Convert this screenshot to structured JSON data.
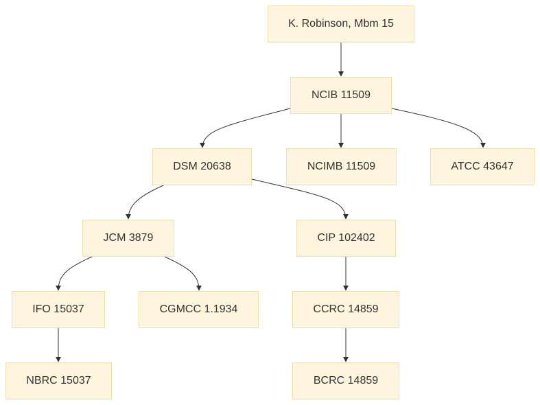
{
  "nodes": {
    "robinson": "K. Robinson, Mbm 15",
    "ncib": "NCIB 11509",
    "dsm": "DSM 20638",
    "ncimb": "NCIMB 11509",
    "atcc": "ATCC 43647",
    "jcm": "JCM 3879",
    "cip": "CIP 102402",
    "ifo": "IFO 15037",
    "cgmcc": "CGMCC 1.1934",
    "ccrc": "CCRC 14859",
    "nbrc": "NBRC 15037",
    "bcrc": "BCRC 14859"
  },
  "edges": [
    {
      "from": "robinson",
      "to": "ncib"
    },
    {
      "from": "ncib",
      "to": "dsm"
    },
    {
      "from": "ncib",
      "to": "ncimb"
    },
    {
      "from": "ncib",
      "to": "atcc"
    },
    {
      "from": "dsm",
      "to": "jcm"
    },
    {
      "from": "dsm",
      "to": "cip"
    },
    {
      "from": "jcm",
      "to": "ifo"
    },
    {
      "from": "jcm",
      "to": "cgmcc"
    },
    {
      "from": "cip",
      "to": "ccrc"
    },
    {
      "from": "ifo",
      "to": "nbrc"
    },
    {
      "from": "ccrc",
      "to": "bcrc"
    }
  ],
  "colors": {
    "node_fill": "#fff4dd",
    "node_border": "#f0dfaa",
    "edge": "#333333",
    "text": "#333333"
  }
}
